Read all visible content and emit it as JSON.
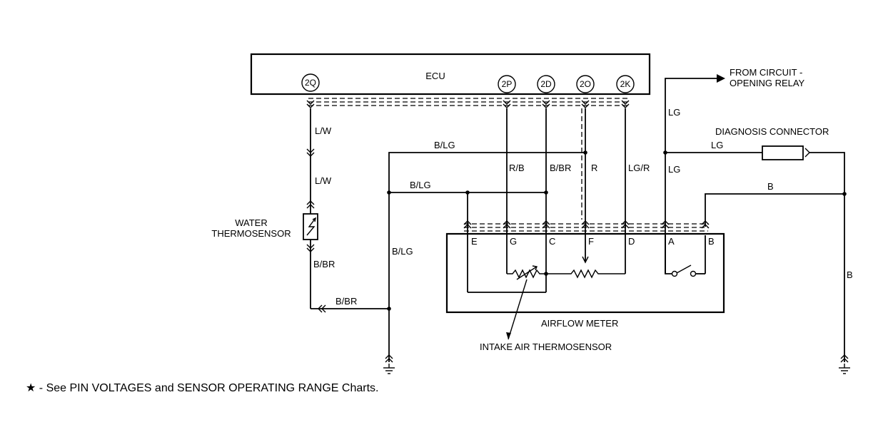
{
  "ecu": {
    "label": "ECU",
    "pins": [
      "2Q",
      "2P",
      "2D",
      "2O",
      "2K"
    ]
  },
  "wires": {
    "lw_upper": "L/W",
    "lw_lower": "L/W",
    "b_br_right": "B/BR",
    "b_br_lower": "B/BR",
    "b_lg_top": "B/LG",
    "b_lg_mid": "B/LG",
    "b_lg_vert": "B/LG",
    "r_b": "R/B",
    "b_br_vert": "B/BR",
    "r": "R",
    "lg_r": "LG/R",
    "lg_vert_top": "LG",
    "lg_vert_mid": "LG",
    "lg_horiz": "LG",
    "b_horiz": "B",
    "b_vert": "B"
  },
  "labels": {
    "from_circuit_1": "FROM CIRCUIT -",
    "from_circuit_2": "OPENING RELAY",
    "diagnosis_connector": "DIAGNOSIS CONNECTOR",
    "water_1": "WATER",
    "water_2": "THERMOSENSOR",
    "airflow_meter": "AIRFLOW METER",
    "intake_air": "INTAKE AIR THERMOSENSOR"
  },
  "airflow_pins": [
    "E",
    "G",
    "C",
    "F",
    "D",
    "A",
    "B"
  ],
  "footnote": "★ - See PIN VOLTAGES and SENSOR OPERATING RANGE Charts."
}
